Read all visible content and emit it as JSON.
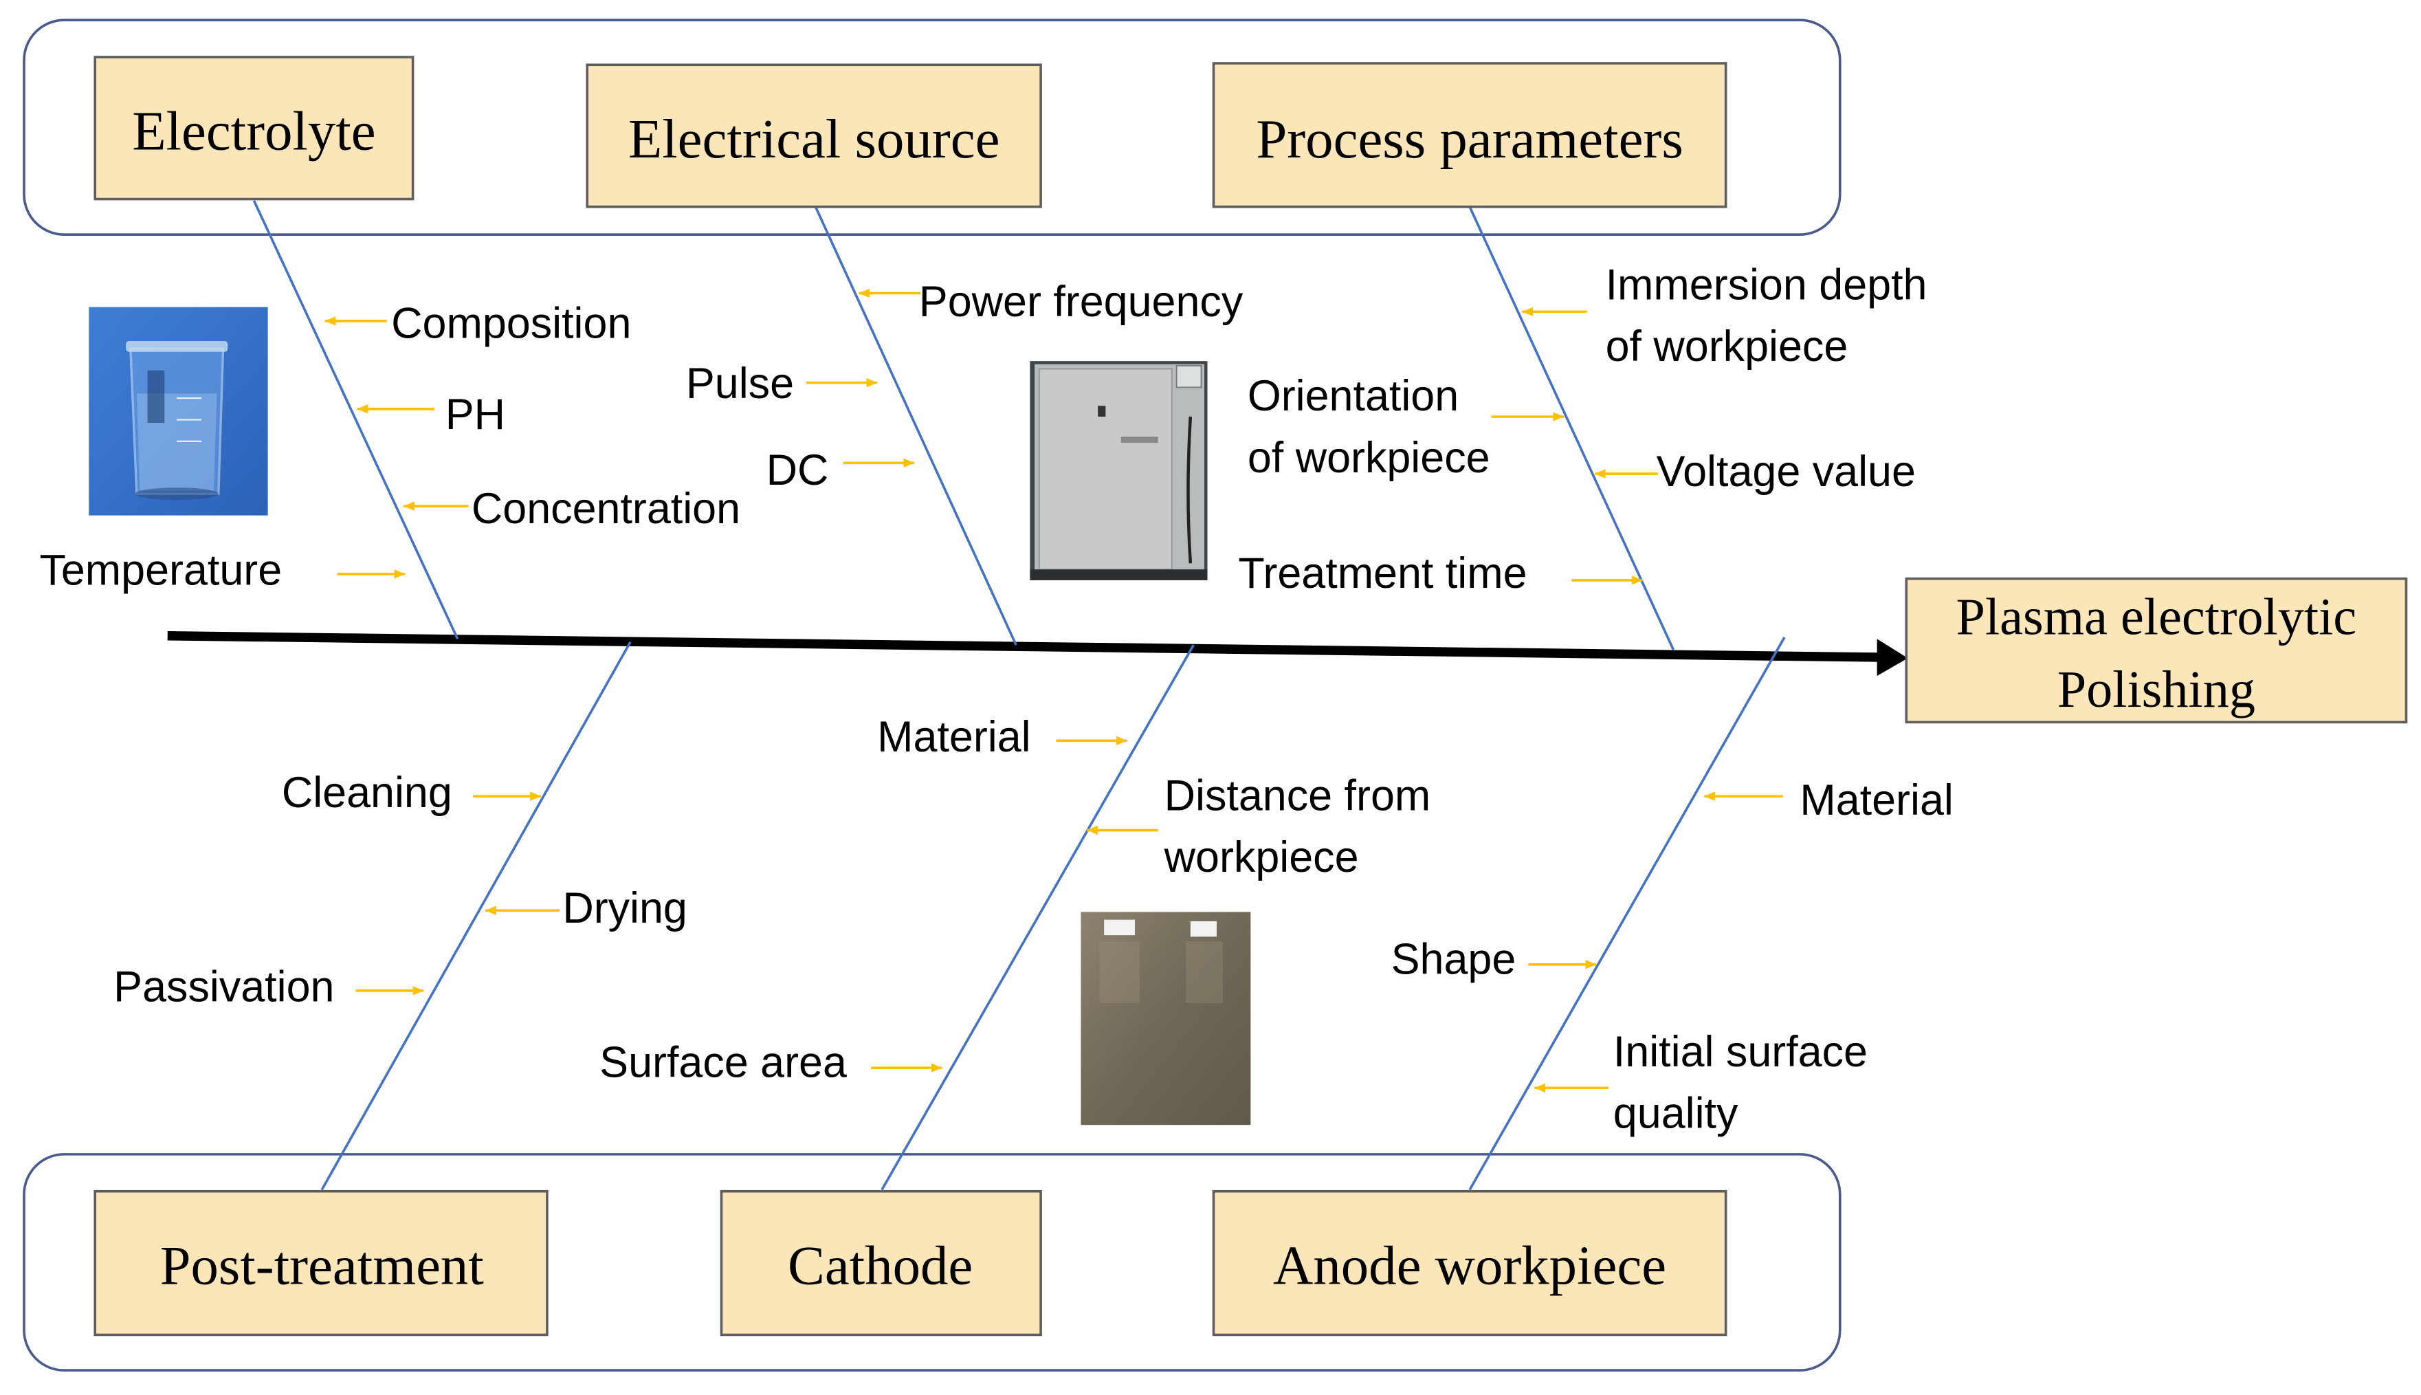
{
  "colors": {
    "category_fill": "#FBE6B9",
    "category_border": "#5E5E5E",
    "bone": "#4472C4",
    "arrow": "#FFC000",
    "spine": "#000000",
    "group_border": "#4A5A8C"
  },
  "effect": {
    "line1": "Plasma electrolytic",
    "line2": "Polishing"
  },
  "categories": {
    "electrolyte": "Electrolyte",
    "electrical_source": "Electrical source",
    "process_parameters": "Process parameters",
    "post_treatment": "Post-treatment",
    "cathode": "Cathode",
    "anode_workpiece": "Anode workpiece"
  },
  "factors": {
    "composition": "Composition",
    "ph": "PH",
    "concentration": "Concentration",
    "temperature": "Temperature",
    "power_frequency": "Power frequency",
    "pulse": "Pulse",
    "dc": "DC",
    "immersion_depth_1": "Immersion depth",
    "immersion_depth_2": "of workpiece",
    "orientation_1": "Orientation",
    "orientation_2": "of workpiece",
    "voltage_value": "Voltage value",
    "treatment_time": "Treatment time",
    "cleaning": "Cleaning",
    "drying": "Drying",
    "passivation": "Passivation",
    "cathode_material": "Material",
    "distance_1": "Distance from",
    "distance_2": "workpiece",
    "surface_area": "Surface area",
    "anode_material": "Material",
    "shape": "Shape",
    "initial_quality_1": "Initial surface",
    "initial_quality_2": "quality"
  },
  "photos": {
    "beaker": "beaker-photo",
    "power_supply": "power-supply-photo",
    "cathode_plate": "cathode-plate-photo"
  }
}
